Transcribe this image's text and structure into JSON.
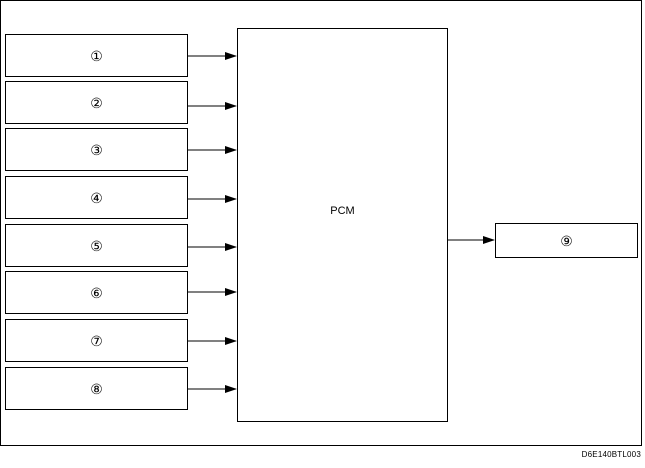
{
  "diagram": {
    "inputs": [
      {
        "label": "①"
      },
      {
        "label": "②"
      },
      {
        "label": "③"
      },
      {
        "label": "④"
      },
      {
        "label": "⑤"
      },
      {
        "label": "⑥"
      },
      {
        "label": "⑦"
      },
      {
        "label": "⑧"
      }
    ],
    "controller": {
      "label": "PCM"
    },
    "output": {
      "label": "⑨"
    },
    "figure_code": "D6E140BTL003"
  }
}
